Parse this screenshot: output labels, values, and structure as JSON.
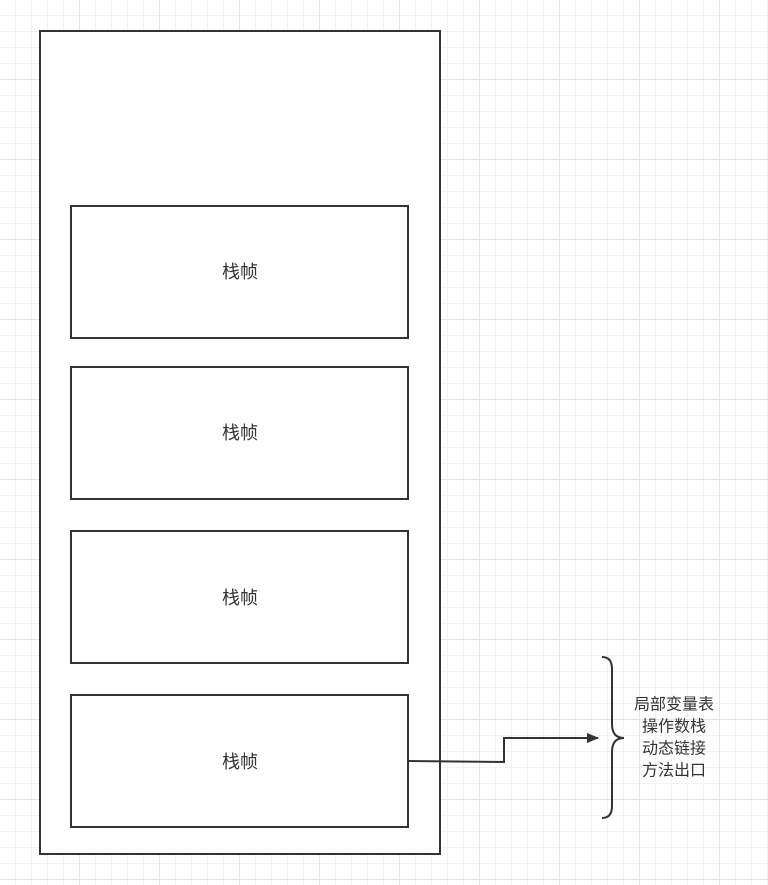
{
  "stack": {
    "frames": [
      {
        "label": "栈帧"
      },
      {
        "label": "栈帧"
      },
      {
        "label": "栈帧"
      },
      {
        "label": "栈帧"
      }
    ]
  },
  "frame_details": {
    "lines": [
      "局部变量表",
      "操作数栈",
      "动态链接",
      "方法出口"
    ]
  },
  "colors": {
    "stroke": "#333333",
    "text": "#333333",
    "fill": "#ffffff"
  }
}
